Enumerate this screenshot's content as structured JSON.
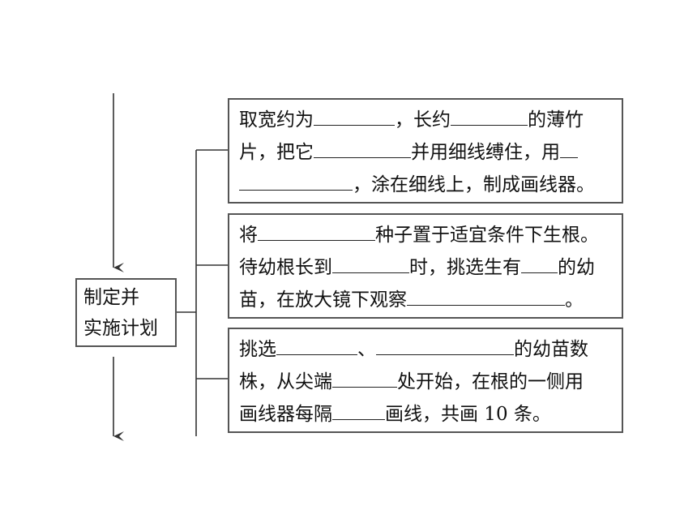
{
  "stage_label": {
    "line1": "制定并",
    "line2": "实施计划"
  },
  "boxes": [
    {
      "lines": [
        [
          "取宽约为",
          "BLANK",
          "，长约",
          "BLANK",
          "的薄竹"
        ],
        [
          "片，把它",
          "BLANK",
          "并用细线缚住，用",
          "BLANK"
        ],
        [
          "BLANK",
          "，涂在细线上，制成画线器。"
        ]
      ]
    },
    {
      "lines": [
        [
          "将",
          "BLANK",
          "种子置于适宜条件下生根。"
        ],
        [
          "待幼根长到",
          "BLANK",
          "时，挑选生有",
          "BLANK",
          "的幼"
        ],
        [
          "苗，在放大镜下观察",
          "BLANK",
          "。"
        ]
      ]
    },
    {
      "lines": [
        [
          "挑选",
          "BLANK",
          "、",
          "BLANK",
          "的幼苗数"
        ],
        [
          "株，从尖端",
          "BLANK",
          "处开始，在根的一侧用"
        ],
        [
          "画线器每隔",
          "BLANK",
          "画线，共画 10 条。"
        ]
      ]
    }
  ]
}
